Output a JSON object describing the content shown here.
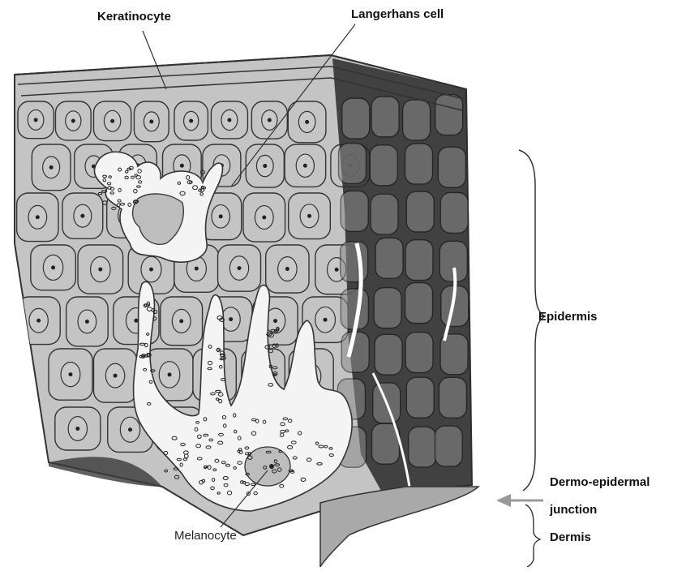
{
  "labels": {
    "keratinocyte": "Keratinocyte",
    "langerhans": "Langerhans cell",
    "epidermis": "Epidermis",
    "junction_line1": "Dermo-epidermal",
    "junction_line2": "junction",
    "dermis": "Dermis",
    "melanocyte": "Melanocyte"
  },
  "colors": {
    "cell_fill": "#c4c4c4",
    "cell_outline": "#333333",
    "dark_region": "#2a2a2a",
    "dendritic_cell": "#f4f4f4",
    "background": "#ffffff",
    "arrow": "#999999"
  }
}
